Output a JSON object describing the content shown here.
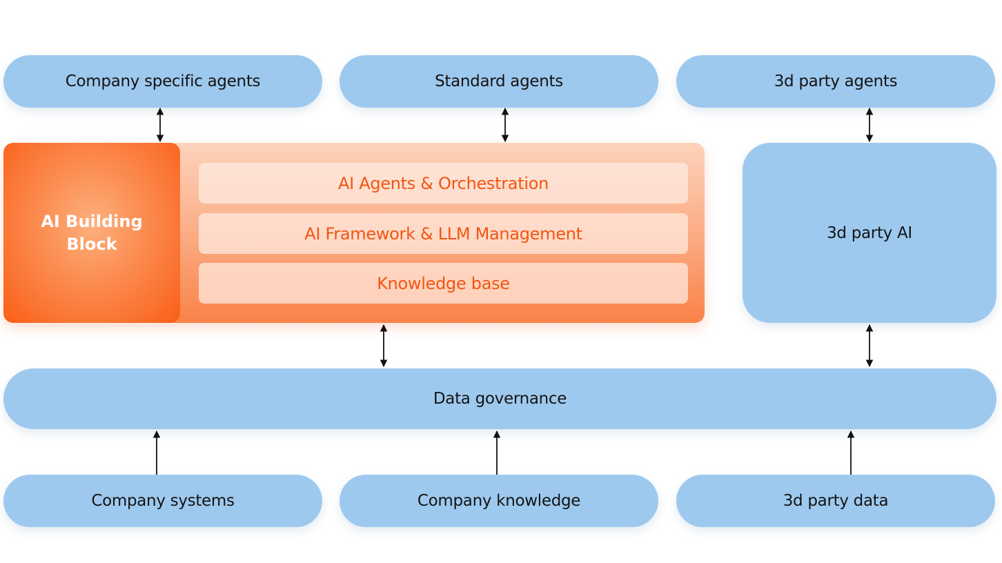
{
  "top_row": [
    {
      "label": "Company specific agents"
    },
    {
      "label": "Standard agents"
    },
    {
      "label": "3d party agents"
    }
  ],
  "ai_building_block": {
    "title": "AI Building Block",
    "layers": [
      {
        "label": "AI Agents & Orchestration"
      },
      {
        "label": "AI Framework & LLM Management"
      },
      {
        "label": "Knowledge base"
      }
    ]
  },
  "third_party_ai": {
    "label": "3d party AI"
  },
  "data_governance": {
    "label": "Data governance"
  },
  "bottom_row": [
    {
      "label": "Company systems"
    },
    {
      "label": "Company knowledge"
    },
    {
      "label": "3d party data"
    }
  ],
  "colors": {
    "pill_blue": "#9ec9ee",
    "accent_orange": "#fa5f16",
    "layer_text": "#f25511",
    "arrow": "#111111"
  }
}
